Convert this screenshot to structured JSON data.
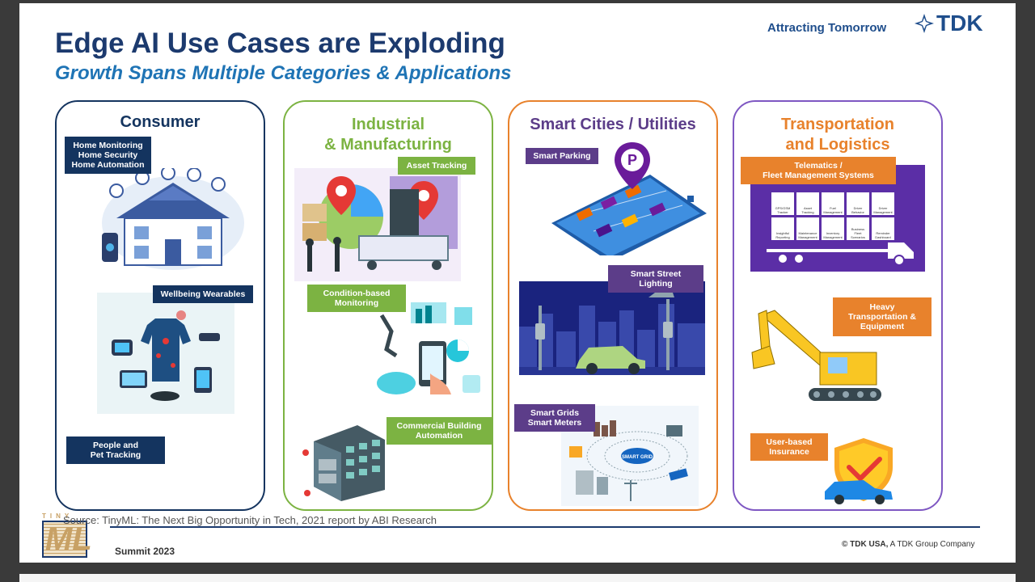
{
  "header": {
    "title": "Edge AI Use Cases are Exploding",
    "subtitle": "Growth Spans Multiple Categories & Applications",
    "tagline": "Attracting Tomorrow",
    "brand": "TDK"
  },
  "categories": [
    {
      "title": "Consumer",
      "color": "#14345f",
      "labels": [
        "Home Monitoring\nHome Security\nHome Automation",
        "Wellbeing Wearables",
        "People and\nPet Tracking"
      ]
    },
    {
      "title": "Industrial\n& Manufacturing",
      "color": "#7cb342",
      "labels": [
        "Asset Tracking",
        "Condition-based\nMonitoring",
        "Commercial Building\nAutomation"
      ]
    },
    {
      "title": "Smart Cities / Utilities",
      "color": "#5c3d89",
      "labels": [
        "Smart Parking",
        "Smart Street\nLighting",
        "Smart Grids\nSmart Meters"
      ]
    },
    {
      "title": "Transportation\nand Logistics",
      "color": "#e8822c",
      "labels": [
        "Telematics /\nFleet Management Systems",
        "Heavy\nTransportation &\nEquipment",
        "User-based\nInsurance"
      ]
    }
  ],
  "illustrations": {
    "parking_sign": "P",
    "telematics_tiles": [
      "GPS/GSM Tracker",
      "Asset Tracking",
      "Fuel Management",
      "Driver Behavior",
      "Driver Management",
      "Insightful Reporting",
      "Maintenance Management",
      "Inventory Management",
      "Business Fleet Scenarios",
      "Reminder Dashboard"
    ],
    "grid_hub": "SMART GRID"
  },
  "footer": {
    "source": "Source: TinyML: The Next Big Opportunity in Tech, 2021 report by ABI Research",
    "event": "Summit 2023",
    "copyright_brand": "© TDK USA,",
    "copyright_rest": "A TDK Group Company",
    "event_logo_top": "TINY",
    "event_logo_main": "ML"
  }
}
